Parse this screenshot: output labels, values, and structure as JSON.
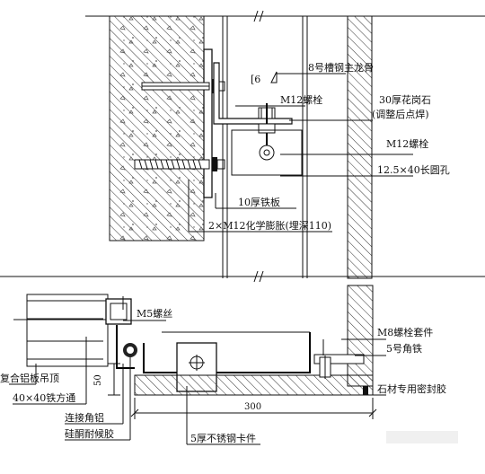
{
  "labels": {
    "channel_size": "[6",
    "channel_note": "8号槽钢主龙骨",
    "bolt_m12_top": "M12螺栓",
    "granite": "30厚花岗石",
    "weld_note": "(调整后点焊)",
    "bolt_m12_right": "M12螺栓",
    "slot_hole": "12.5×40长圆孔",
    "iron_plate": "10厚铁板",
    "anchor_bolts": "2×M12化学膨胀(埋深110)",
    "m5_screw": "M5螺丝",
    "m8_sleeve": "M8螺栓套件",
    "angle_iron": "5号角铁",
    "aluminum_ceiling": "复合铝板吊顶",
    "square_tube": "40×40铁方通",
    "connector": "连接角铝",
    "silicone": "硅酮耐候胶",
    "steel_clip": "5厚不锈钢卡件",
    "stone_sealant": "石材专用密封胶"
  },
  "dimensions": {
    "width_300": "300",
    "height_50": "50"
  },
  "colors": {
    "line": "#111111",
    "hatch": "#333333",
    "concrete_dot": "#555555",
    "background": "#ffffff"
  }
}
